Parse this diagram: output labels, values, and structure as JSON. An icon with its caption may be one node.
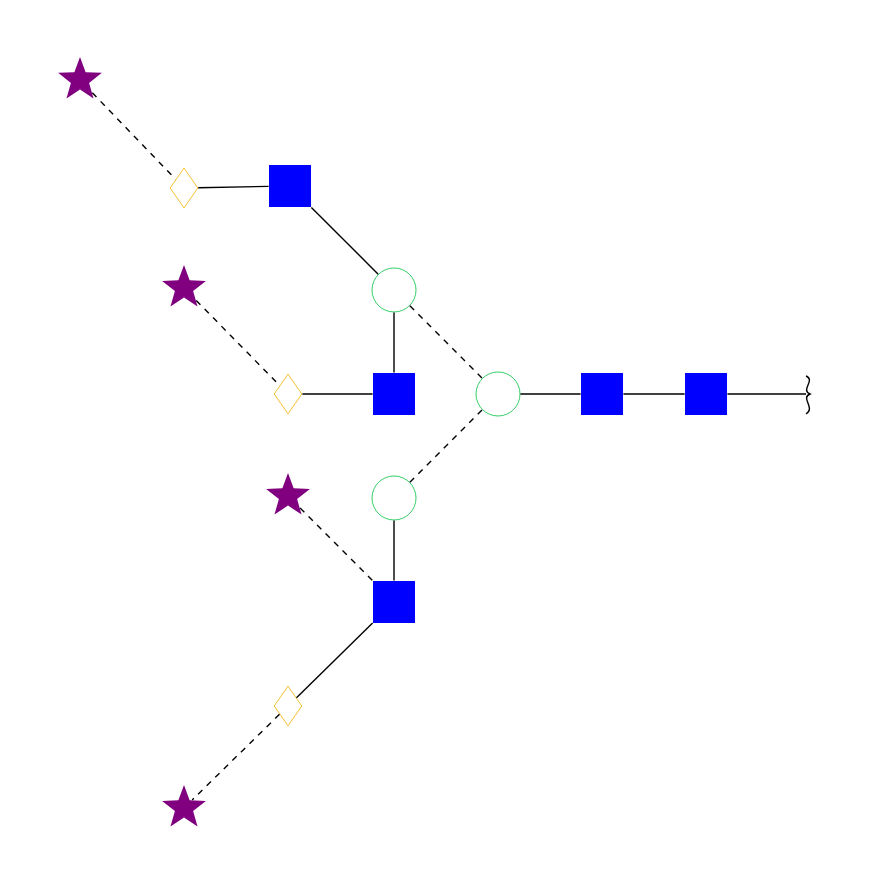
{
  "diagram": {
    "nodes": [
      {
        "text": [],
        "shape": "star"
      },
      {
        "text": [],
        "shape": "diamond"
      },
      {
        "text": [],
        "shape": "box"
      },
      {
        "text": [],
        "shape": "star"
      },
      {
        "text": [],
        "shape": "circle"
      },
      {
        "text": [],
        "shape": "diamond"
      },
      {
        "text": [],
        "shape": "box"
      },
      {
        "text": [],
        "shape": "circle"
      },
      {
        "text": [],
        "shape": "box"
      },
      {
        "text": [],
        "shape": "box"
      },
      {
        "text": [],
        "shape": "star"
      },
      {
        "text": [],
        "shape": "circle"
      },
      {
        "text": [],
        "shape": "box"
      },
      {
        "text": [],
        "shape": "diamond"
      },
      {
        "text": [],
        "shape": "star"
      }
    ],
    "edges": [
      {
        "from": 0,
        "to": 1,
        "arrow": "none",
        "style": "dashed"
      },
      {
        "from": 1,
        "to": 2,
        "arrow": "none"
      },
      {
        "from": 2,
        "to": 4,
        "arrow": "none"
      },
      {
        "from": 4,
        "to": 6,
        "arrow": "none"
      },
      {
        "from": 3,
        "to": 5,
        "arrow": "none",
        "style": "dashed"
      },
      {
        "from": 5,
        "to": 6,
        "arrow": "none"
      },
      {
        "from": 4,
        "to": 7,
        "arrow": "none",
        "style": "dashed"
      },
      {
        "from": 7,
        "to": 8,
        "arrow": "none"
      },
      {
        "from": 8,
        "to": 9,
        "arrow": "none"
      },
      {
        "from": 9,
        "to": null,
        "arrow": "none"
      },
      {
        "from": 11,
        "to": 7,
        "arrow": "none",
        "style": "dashed"
      },
      {
        "from": 11,
        "to": 12,
        "arrow": "none"
      },
      {
        "from": 10,
        "to": 12,
        "arrow": "none",
        "style": "dashed"
      },
      {
        "from": 12,
        "to": 13,
        "arrow": "none"
      },
      {
        "from": 13,
        "to": 14,
        "arrow": "none",
        "style": "dashed"
      }
    ]
  }
}
